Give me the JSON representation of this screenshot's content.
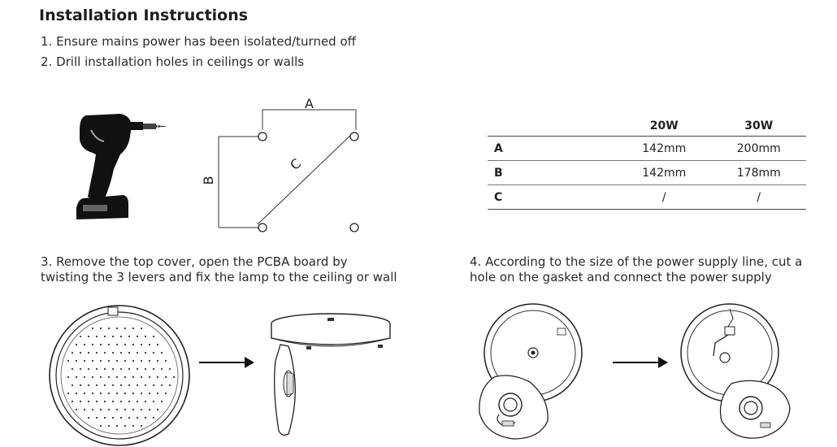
{
  "title": "Installation Instructions",
  "steps": {
    "step1": "1. Ensure mains power has been isolated/turned off",
    "step2": "2. Drill installation holes in ceilings or walls",
    "step3_line1": "3. Remove the top cover, open the PCBA board by",
    "step3_line2": "twisting the 3 levers and fix the lamp to the ceiling or wall",
    "step4_line1": "4. According to the size of the power supply line, cut a",
    "step4_line2": "hole on the gasket and connect the power supply"
  },
  "hole_diagram": {
    "label_a": "A",
    "label_b": "B",
    "label_c": "C"
  },
  "spec_table": {
    "columns": [
      "",
      "20W",
      "30W"
    ],
    "rows": [
      {
        "label": "A",
        "w20": "142mm",
        "w30": "200mm"
      },
      {
        "label": "B",
        "w20": "142mm",
        "w30": "178mm"
      },
      {
        "label": "C",
        "w20": "/",
        "w30": "/"
      }
    ]
  },
  "icons": [
    "drill-icon",
    "hole-pattern-diagram",
    "lamp-front-icon",
    "arrow-right-icon",
    "lamp-open-side-icon",
    "lamp-base-gasket-icon",
    "lamp-wired-icon"
  ],
  "colors": {
    "ink": "#1e1e1e",
    "rule": "#444444"
  }
}
